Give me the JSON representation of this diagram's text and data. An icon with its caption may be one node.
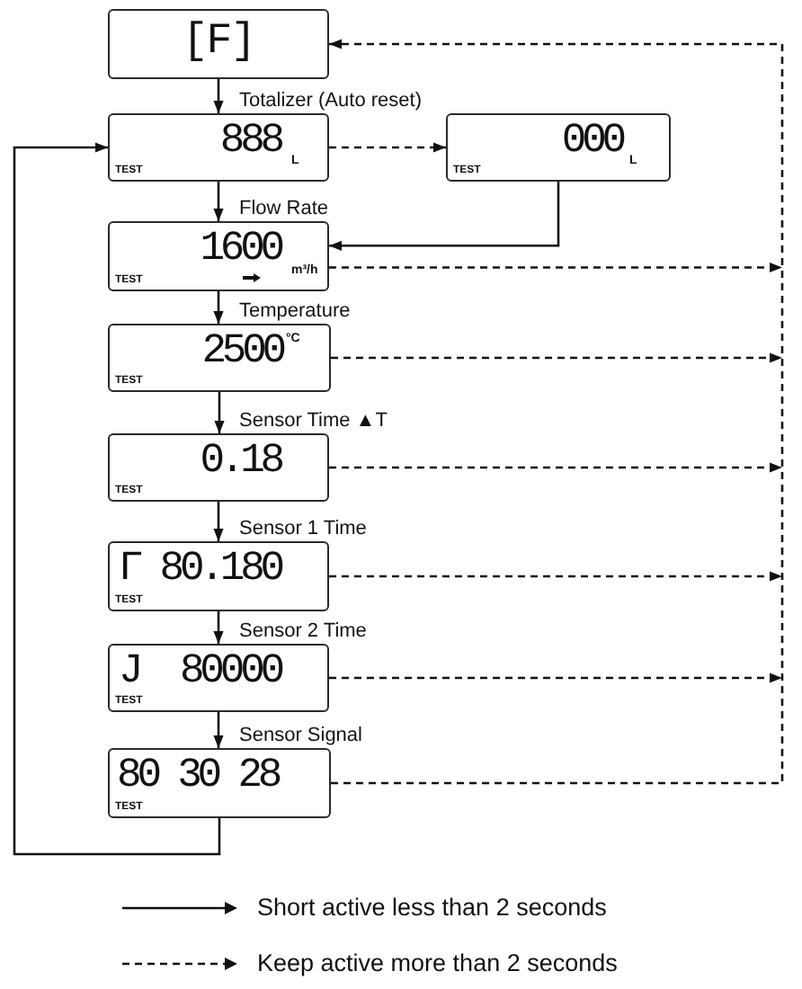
{
  "diagram": {
    "nodes": [
      {
        "text": [
          "[F]"
        ]
      },
      {
        "text": [
          "Totalizer (Auto reset)",
          "888",
          "L",
          "TEST"
        ]
      },
      {
        "text": [
          "000",
          "L",
          "TEST"
        ]
      },
      {
        "text": [
          "Flow Rate",
          "1600",
          "m³/h",
          "TEST"
        ]
      },
      {
        "text": [
          "Temperature",
          "2500",
          "°C",
          "TEST"
        ]
      },
      {
        "text": [
          "Sensor Time ▲T",
          "0.18",
          "TEST"
        ]
      },
      {
        "text": [
          "Sensor 1 Time",
          "Γ",
          "80.180",
          "TEST"
        ]
      },
      {
        "text": [
          "Sensor 2 Time",
          "J",
          "80000",
          "TEST"
        ]
      },
      {
        "text": [
          "Sensor Signal",
          "80 30 28",
          "TEST"
        ]
      }
    ],
    "edges": [
      {
        "from": 0,
        "to": 1,
        "arrow": "to"
      },
      {
        "from": 1,
        "to": 2,
        "arrow": "to",
        "style": "dashed"
      },
      {
        "from": 1,
        "to": 3,
        "arrow": "to"
      },
      {
        "from": 2,
        "to": 3,
        "arrow": "to"
      },
      {
        "from": 3,
        "to": 4,
        "arrow": "to"
      },
      {
        "from": 4,
        "to": 5,
        "arrow": "to"
      },
      {
        "from": 5,
        "to": 6,
        "arrow": "to"
      },
      {
        "from": 6,
        "to": 7,
        "arrow": "to"
      },
      {
        "from": 7,
        "to": 8,
        "arrow": "to"
      },
      {
        "from": 8,
        "to": 1,
        "arrow": "to"
      },
      {
        "from": 3,
        "to": 0,
        "arrow": "to",
        "style": "dashed"
      },
      {
        "from": 4,
        "to": 0,
        "arrow": "to",
        "style": "dashed"
      },
      {
        "from": 5,
        "to": 0,
        "arrow": "to",
        "style": "dashed"
      },
      {
        "from": 6,
        "to": 0,
        "arrow": "to",
        "style": "dashed"
      },
      {
        "from": 7,
        "to": 0,
        "arrow": "to",
        "style": "dashed"
      },
      {
        "from": 8,
        "to": 0,
        "arrow": "to",
        "style": "dashed"
      }
    ],
    "legend": [
      {
        "text": "Short active less than 2 seconds"
      },
      {
        "text": "Keep active more than 2 seconds"
      }
    ]
  }
}
